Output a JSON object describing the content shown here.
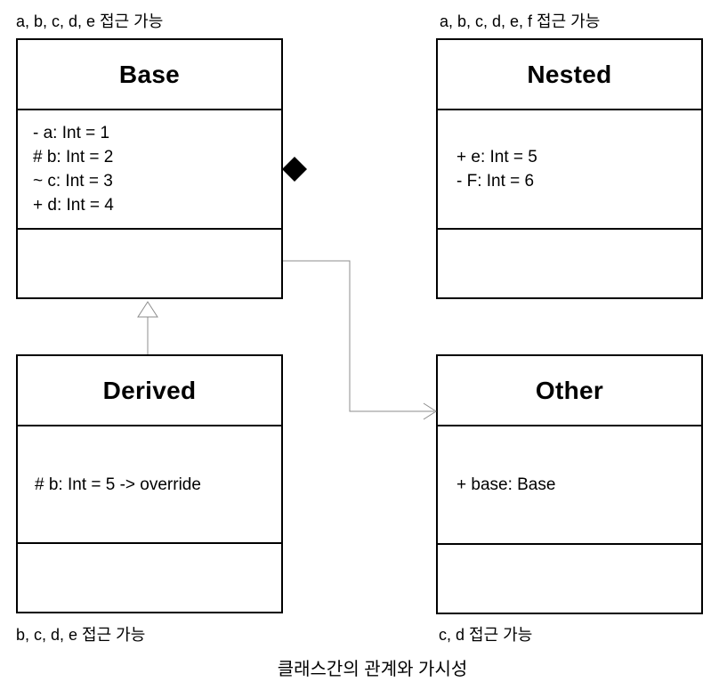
{
  "diagram": {
    "caption": "클래스간의 관계와 가시성",
    "colors": {
      "background": "#ffffff",
      "box_border": "#000000",
      "text": "#000000",
      "connector": "#8c8c8c",
      "diamond_fill": "#000000",
      "triangle_fill": "#ffffff"
    },
    "classes": [
      {
        "name": "Base",
        "annotation": "a, b, c, d, e 접근 가능",
        "attributes": [
          "- a: Int = 1",
          "# b: Int = 2",
          "~ c: Int = 3",
          "+ d: Int = 4"
        ],
        "methods": []
      },
      {
        "name": "Nested",
        "annotation": "a, b, c, d, e, f 접근 가능",
        "attributes": [
          "+ e: Int = 5",
          "- F: Int = 6"
        ],
        "methods": []
      },
      {
        "name": "Derived",
        "annotation": "b, c, d, e 접근 가능",
        "attributes": [
          "# b: Int = 5 -> override"
        ],
        "methods": []
      },
      {
        "name": "Other",
        "annotation": "c, d 접근 가능",
        "attributes": [
          "+ base: Base"
        ],
        "methods": []
      }
    ],
    "relationships": [
      {
        "type": "inheritance",
        "from": "Derived",
        "to": "Base"
      },
      {
        "type": "composition",
        "diamond_at": "Base"
      },
      {
        "type": "association",
        "from": "Base",
        "to": "Other"
      }
    ]
  }
}
